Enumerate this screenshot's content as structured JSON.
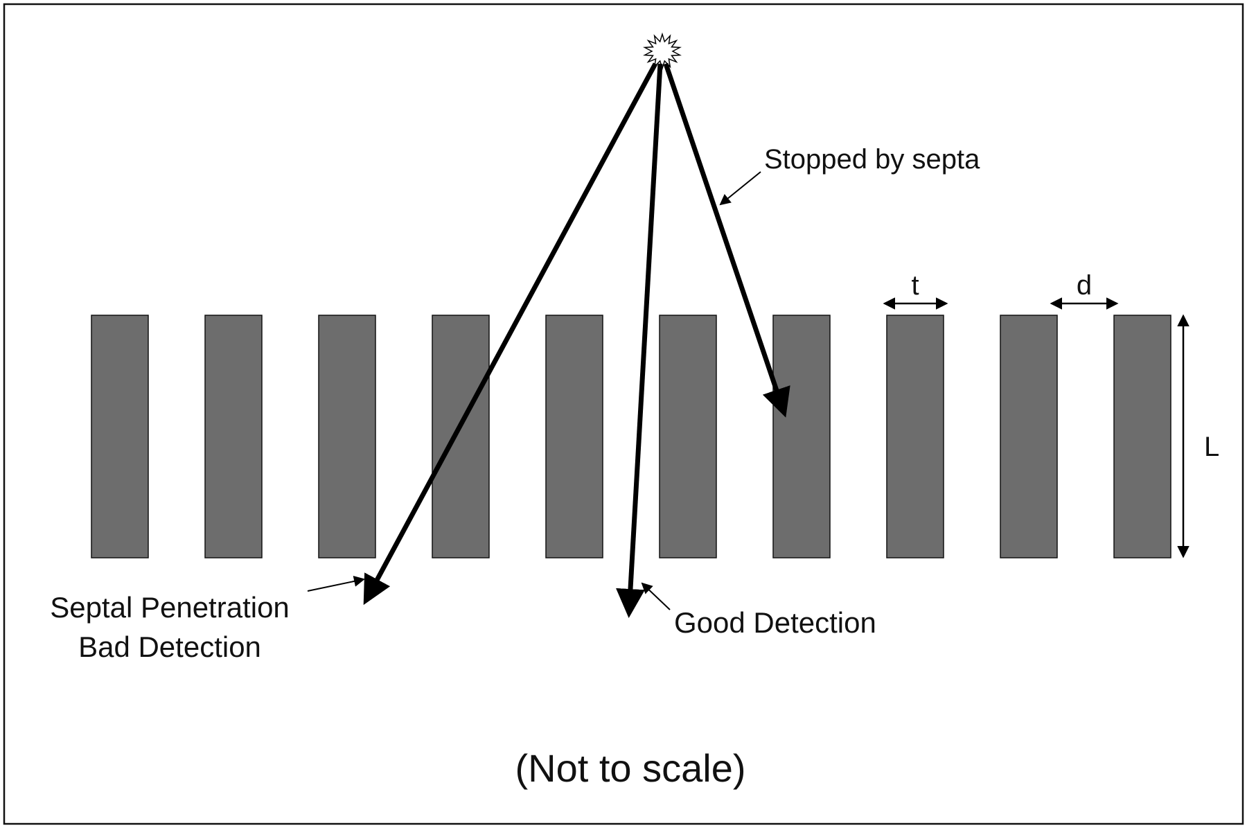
{
  "annotations": {
    "stopped_by_septa": "Stopped by septa",
    "septal_penetration_line1": "Septal Penetration",
    "septal_penetration_line2": "Bad Detection",
    "good_detection": "Good Detection",
    "septal_thickness_symbol": "t",
    "hole_diameter_symbol": "d",
    "septal_length_symbol": "L",
    "scale_note": "(Not to scale)"
  },
  "septa_count": 10,
  "icons": {
    "source": "starburst-icon"
  },
  "colors": {
    "septa_fill": "#6d6d6d",
    "stroke": "#000000",
    "background": "#ffffff"
  }
}
